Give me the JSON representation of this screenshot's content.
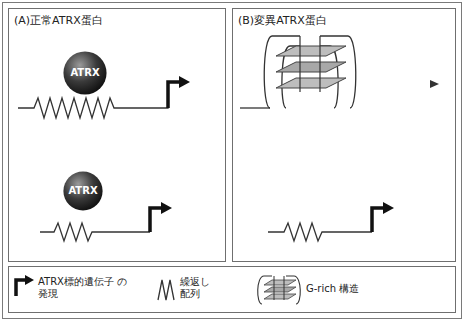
{
  "diagram": {
    "nodes": [
      {
        "text": [
          "(A)正常ATRX蛋白"
        ]
      },
      {
        "text": [
          "ATRX"
        ],
        "in": 0
      },
      {
        "text": [
          "ATRX"
        ],
        "in": 0
      },
      {
        "text": [
          "(B)変異ATRX蛋白"
        ]
      }
    ],
    "legend": [
      {
        "text": "ATRX標的遺伝子 の発現"
      },
      {
        "text": "繰返し 配列"
      },
      {
        "text": "G-rich 構造"
      }
    ]
  }
}
